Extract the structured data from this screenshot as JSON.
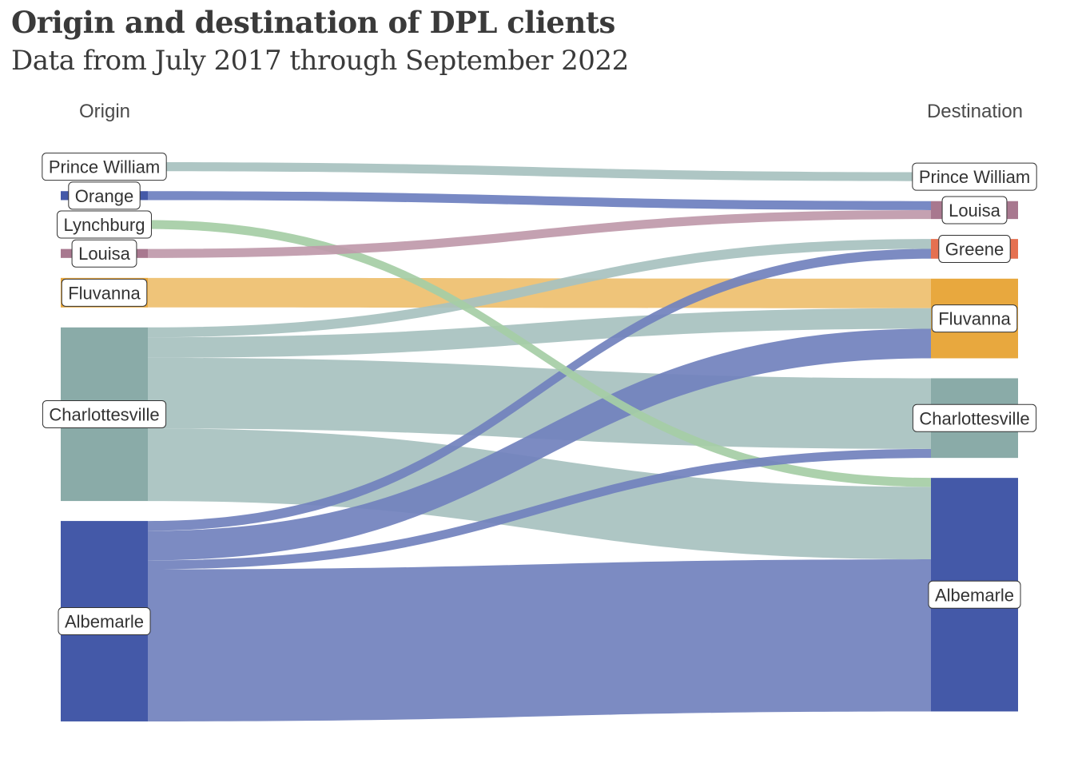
{
  "title": "Origin and destination of DPL clients",
  "subtitle": "Data from July 2017 through September 2022",
  "chart_data": {
    "type": "sankey",
    "title": "Origin and destination of DPL clients",
    "subtitle": "Data from July 2017 through September 2022",
    "left_header": "Origin",
    "right_header": "Destination",
    "origins": [
      "Prince William",
      "Orange",
      "Lynchburg",
      "Louisa",
      "Fluvanna",
      "Charlottesville",
      "Albemarle"
    ],
    "destinations": [
      "Prince William",
      "Louisa",
      "Greene",
      "Fluvanna",
      "Charlottesville",
      "Albemarle"
    ],
    "node_colors": {
      "Prince William": "#8aaba8",
      "Orange": "#4459a8",
      "Lynchburg": "#86bf86",
      "Louisa": "#a8788f",
      "Fluvanna": "#e8a83e",
      "Charlottesville": "#8aaba8",
      "Albemarle": "#4459a8",
      "Greene": "#e57050"
    },
    "flow_colors": {
      "Prince William": "#a8c2bf",
      "Orange": "#6e80bf",
      "Lynchburg": "#a6cda6",
      "Louisa": "#c09aab",
      "Fluvanna": "#eec06f",
      "Charlottesville": "#a8c2bf",
      "Albemarle": "#7282bd"
    },
    "units": "relative (estimated)",
    "flows": [
      {
        "from": "Prince William",
        "to": "Prince William",
        "value": 1.0
      },
      {
        "from": "Orange",
        "to": "Louisa",
        "value": 1.0
      },
      {
        "from": "Lynchburg",
        "to": "Albemarle",
        "value": 1.0
      },
      {
        "from": "Louisa",
        "to": "Louisa",
        "value": 1.0
      },
      {
        "from": "Fluvanna",
        "to": "Fluvanna",
        "value": 3.3
      },
      {
        "from": "Charlottesville",
        "to": "Greene",
        "value": 1.1
      },
      {
        "from": "Charlottesville",
        "to": "Fluvanna",
        "value": 2.3
      },
      {
        "from": "Charlottesville",
        "to": "Charlottesville",
        "value": 7.9
      },
      {
        "from": "Charlottesville",
        "to": "Albemarle",
        "value": 8.1
      },
      {
        "from": "Albemarle",
        "to": "Greene",
        "value": 1.1
      },
      {
        "from": "Albemarle",
        "to": "Fluvanna",
        "value": 3.3
      },
      {
        "from": "Albemarle",
        "to": "Charlottesville",
        "value": 1.0
      },
      {
        "from": "Albemarle",
        "to": "Albemarle",
        "value": 17.0
      }
    ]
  }
}
